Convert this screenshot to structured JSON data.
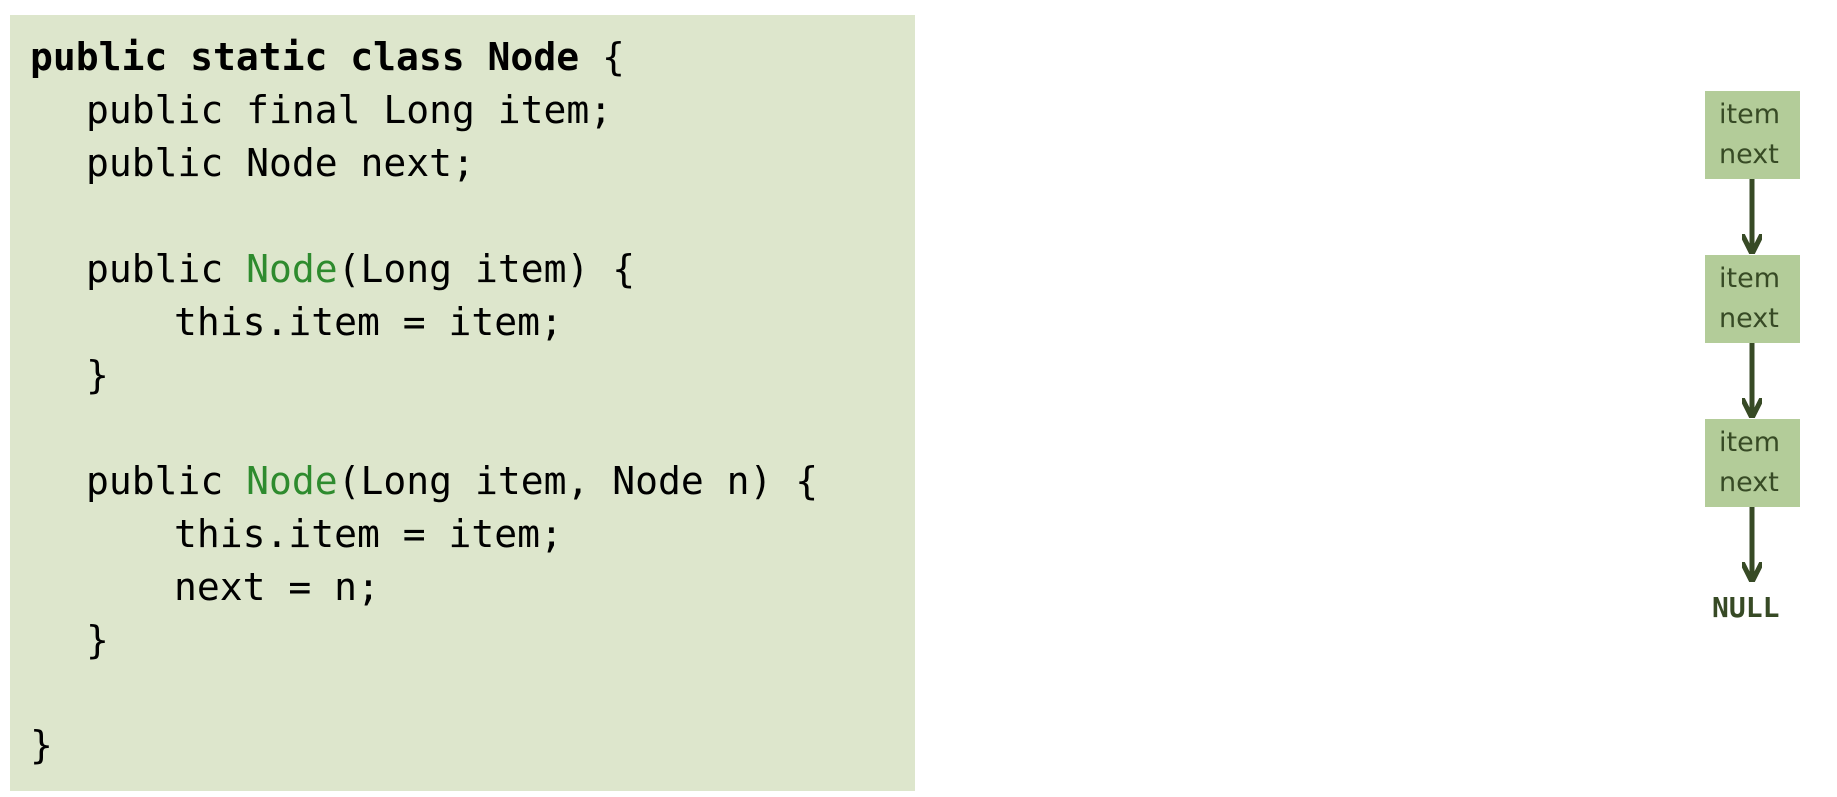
{
  "code": {
    "line1": {
      "kw": "public static class Node",
      "rest": " {"
    },
    "line2": "public final Long item;",
    "line3": "public Node next;",
    "line4": {
      "pre": "public ",
      "ctor": "Node",
      "post": "(Long item) {"
    },
    "line5": "this.item = item;",
    "line6": "}",
    "line7": {
      "pre": "public ",
      "ctor": "Node",
      "post": "(Long item, Node n) {"
    },
    "line8": "this.item = item;",
    "line9": "next = n;",
    "line10": "}",
    "line11": "}"
  },
  "diagram": {
    "nodes": [
      {
        "item": "item",
        "next": "next"
      },
      {
        "item": "item",
        "next": "next"
      },
      {
        "item": "item",
        "next": "next"
      }
    ],
    "terminal": "NULL"
  },
  "colors": {
    "panel_bg": "#dde6cc",
    "node_bg": "#b3cc99",
    "arrow": "#374a25",
    "constructor_name": "#2e8b2e"
  }
}
